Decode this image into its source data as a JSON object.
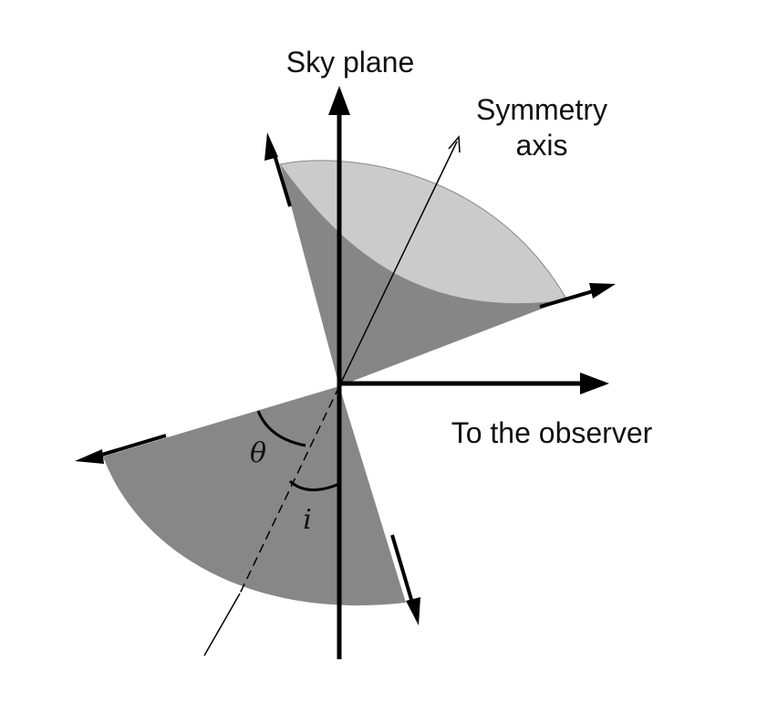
{
  "labels": {
    "sky_plane": "Sky plane",
    "symmetry_axis_line1": "Symmetry",
    "symmetry_axis_line2": "axis",
    "observer": "To the observer",
    "theta": "θ",
    "inclination": "i"
  },
  "colors": {
    "cone_light": "#cbcbcb",
    "cone_dark": "#868686",
    "cone_lower": "#878787",
    "axis": "#000000",
    "text": "#111111"
  }
}
